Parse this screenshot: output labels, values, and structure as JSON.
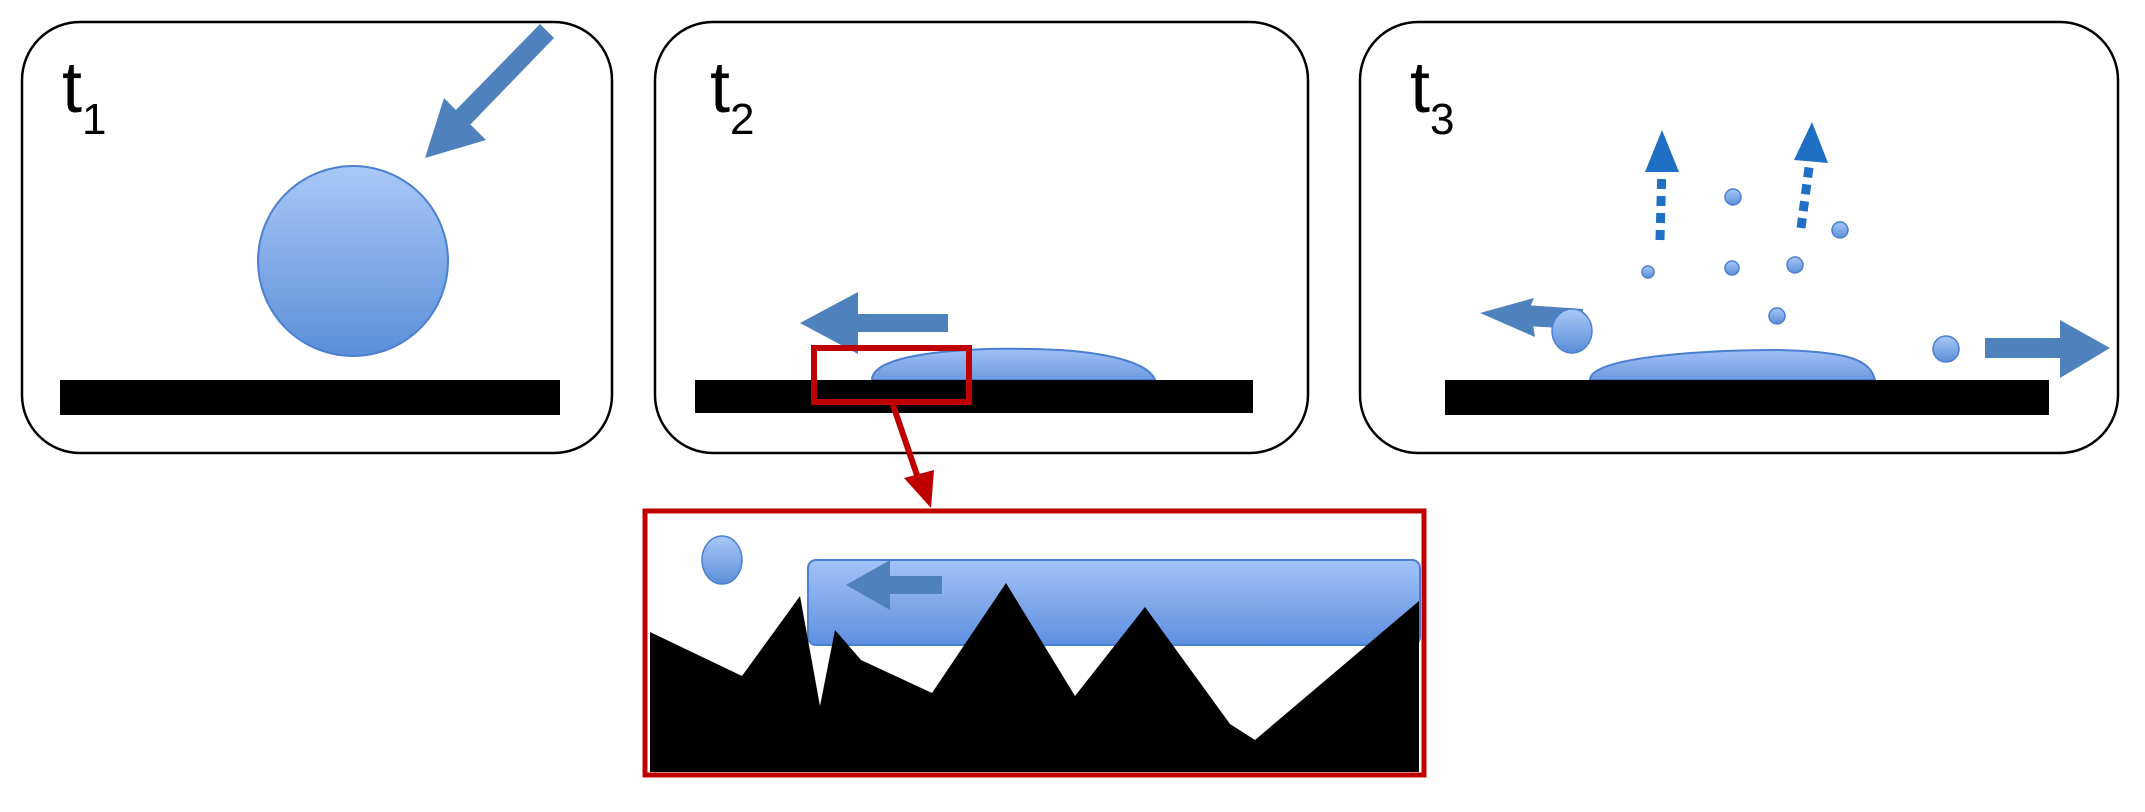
{
  "panels": [
    {
      "label": "t",
      "sub": "1"
    },
    {
      "label": "t",
      "sub": "2"
    },
    {
      "label": "t",
      "sub": "3"
    }
  ],
  "colors": {
    "droplet_light": "#a9c8f7",
    "droplet_dark": "#5b8fd9",
    "droplet_stroke": "#4a7fd1",
    "arrow": "#4f81bd",
    "vapor_arrow": "#1f6fc4",
    "surface": "#000000",
    "zoom_frame": "#c00000",
    "panel_border": "#000000"
  },
  "icons": [
    "falling-droplet",
    "spreading-film",
    "splash-droplets",
    "vapor-arrows",
    "zoom-inset-rough-surface"
  ]
}
